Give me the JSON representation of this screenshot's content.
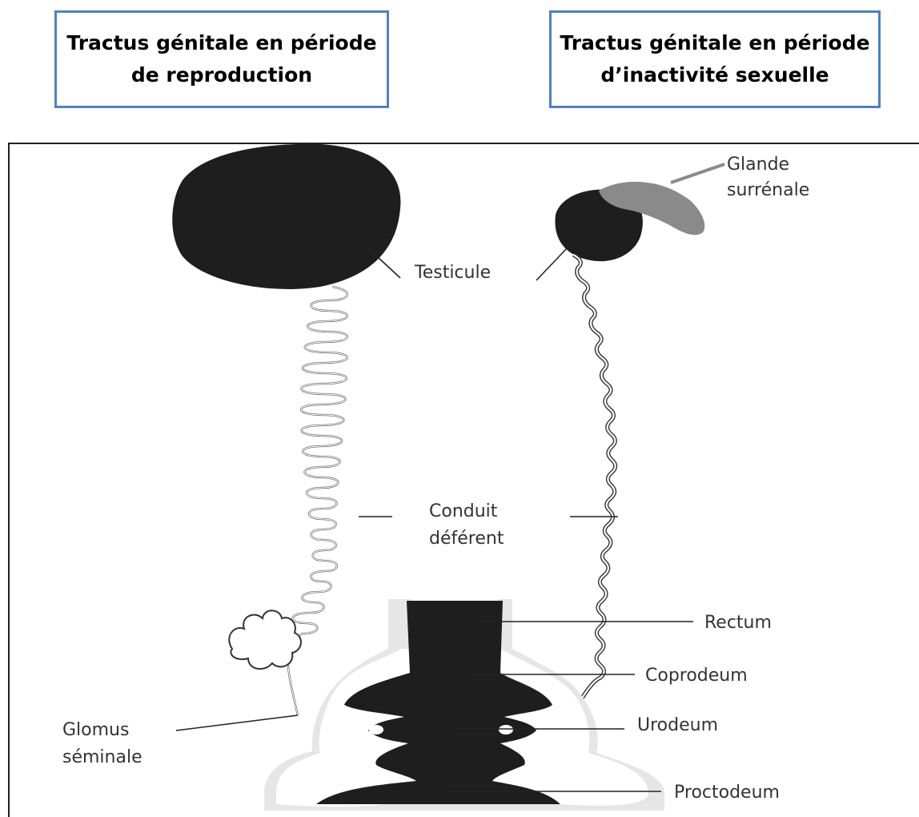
{
  "titles": {
    "left": {
      "line1": "Tractus génitale en période",
      "line2": "de reproduction"
    },
    "right": {
      "line1": "Tractus génitale en période",
      "line2": "d’inactivité sexuelle"
    }
  },
  "labels": {
    "glande_line1": "Glande",
    "glande_line2": "surrénale",
    "testicule": "Testicule",
    "conduit_line1": "Conduit",
    "conduit_line2": "déférent",
    "rectum": "Rectum",
    "coprodeum": "Coprodeum",
    "urodeum": "Urodeum",
    "proctodeum": "Proctodeum",
    "glomus_line1": "Glomus",
    "glomus_line2": "séminale"
  },
  "colors": {
    "box_border": "#4f81bd",
    "organ_dark": "#1e1e1e",
    "cloaca_light": "#e6e6e6",
    "gland_gray": "#888888"
  }
}
